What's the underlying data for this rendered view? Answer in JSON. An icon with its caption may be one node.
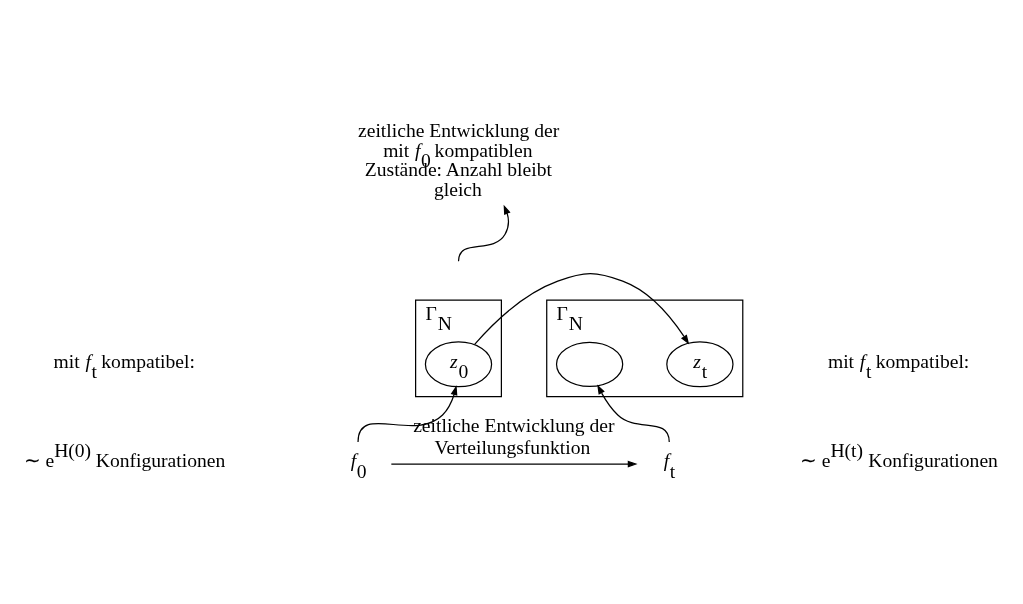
{
  "diagram": {
    "nodes": [
      {
        "text": [
          "Γ$_{N}$"
        ]
      },
      {
        "text": [
          "*z*$_{0}$"
        ],
        "in": 0
      },
      {
        "text": [
          "Γ$_{N}$"
        ]
      },
      {
        "text": [
          "*z*$_{t}$"
        ],
        "in": 2
      },
      {
        "text": [],
        "shape": "cloud",
        "in": 2
      },
      {
        "text": [
          "*f*$_{0}$"
        ]
      },
      {
        "text": [
          "*f*$_{t}$"
        ]
      },
      {
        "text": [
          "zeitliche Entwicklung der mit *f*$_{0}$ kompatiblen Zustände: Anzahl bleibt gleich"
        ]
      }
    ],
    "edges": [
      {
        "from": 1,
        "to": 3,
        "arrow": "to"
      },
      {
        "from": 5,
        "to": 1,
        "arrow": "to"
      },
      {
        "from": 6,
        "to": 4,
        "arrow": "to"
      },
      {
        "from": 5,
        "to": 6,
        "arrow": "to",
        "label": "zeitliche Entwicklung der Verteilungsfunktion"
      },
      {
        "from": null,
        "to": 7,
        "arrow": "to"
      }
    ],
    "labels": [
      "mit *f*$_{t}$ kompatibel:",
      "∼ e$^{H(0)}$ Konfigurationen",
      "mit *f*$_{t}$ kompatibel:",
      "∼ e$^{H(t)}$ Konfigurationen"
    ]
  }
}
